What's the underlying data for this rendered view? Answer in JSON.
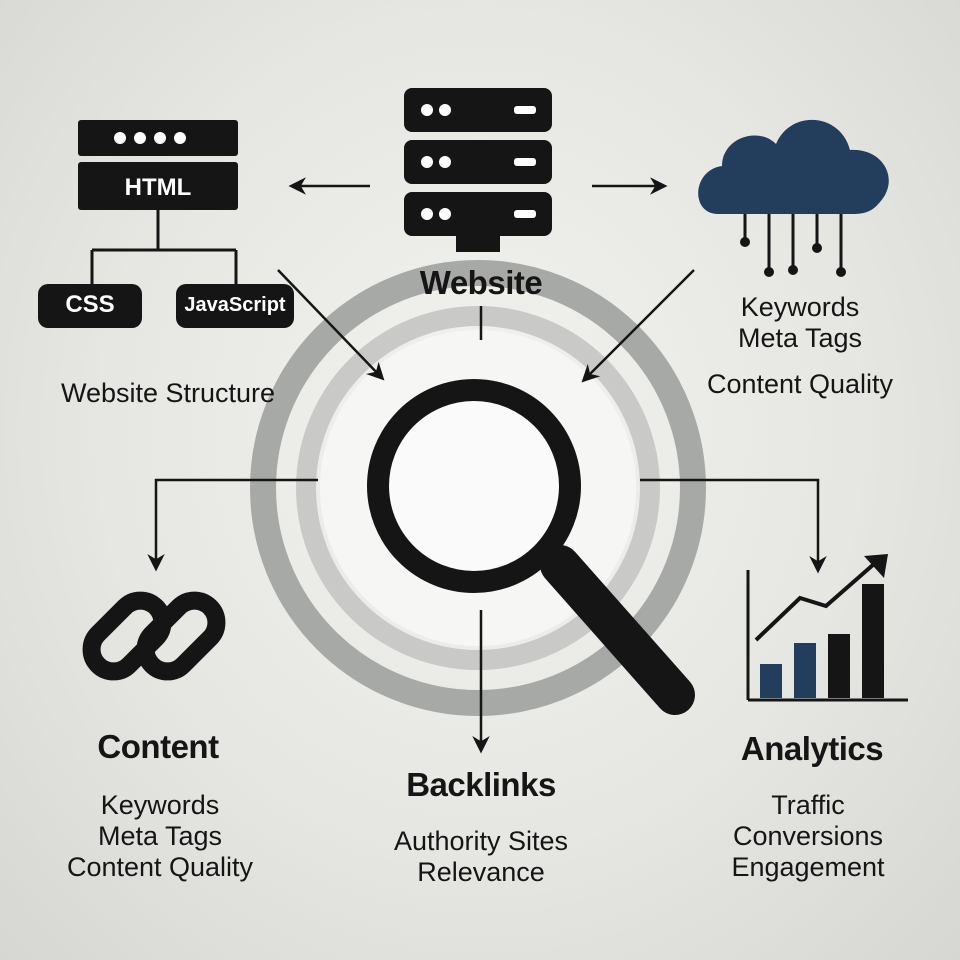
{
  "colors": {
    "ink": "#151515",
    "accent": "#233d5c",
    "ring_outer": "#a7a9a7",
    "ring_inner": "#c9cac8",
    "lens": "#fafafa"
  },
  "structure": {
    "html_label": "HTML",
    "css_label": "CSS",
    "js_label": "JavaScript",
    "caption": "Website Structure"
  },
  "website": {
    "title": "Website"
  },
  "top_right": {
    "lines": [
      "Keywords",
      "Meta Tags",
      "Content Quality"
    ]
  },
  "content": {
    "title": "Content",
    "lines": [
      "Keywords",
      "Meta Tags",
      "Content Quality"
    ]
  },
  "backlinks": {
    "title": "Backlinks",
    "lines": [
      "Authority Sites",
      "Relevance"
    ]
  },
  "analytics": {
    "title": "Analytics",
    "lines": [
      "Traffic",
      "Conversions",
      "Engagement"
    ],
    "bars": [
      0.3,
      0.48,
      0.56,
      1.0
    ],
    "bar_colors": [
      "accent",
      "accent",
      "ink",
      "ink"
    ]
  },
  "icons": {
    "server": "server-rack-icon",
    "cloud": "cloud-network-icon",
    "link": "chain-link-icon",
    "magnifier": "magnifying-glass-icon",
    "chart": "bar-chart-trend-icon"
  }
}
